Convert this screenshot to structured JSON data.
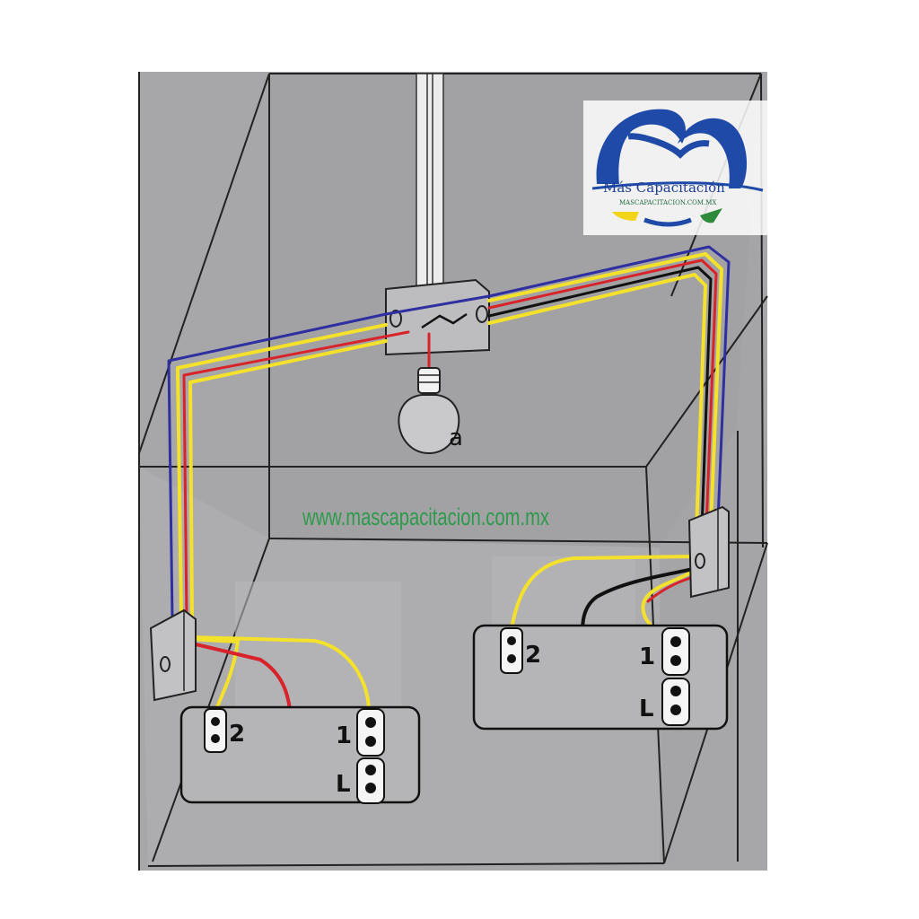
{
  "logo": {
    "brand_name": "Más Capacitación",
    "brand_url": "MASCAPACITACION.COM.MX",
    "colors": {
      "blue": "#1f4aa8",
      "yellow": "#f2d418",
      "green": "#2e8b3c"
    }
  },
  "watermark": {
    "url_text": "www.mascapacitacion.com.mx",
    "color": "#2e9a4c"
  },
  "lamp": {
    "label": "a"
  },
  "switch_left": {
    "terminal_2": "2",
    "terminal_1": "1",
    "terminal_L": "L"
  },
  "switch_right": {
    "terminal_2": "2",
    "terminal_1": "1",
    "terminal_L": "L"
  },
  "wire_colors": {
    "yellow": "#f4e12b",
    "red": "#d8232a",
    "blue": "#2f2fa0",
    "black": "#111111"
  },
  "room_colors": {
    "wall": "#a9a9ab",
    "edge": "#222222"
  }
}
